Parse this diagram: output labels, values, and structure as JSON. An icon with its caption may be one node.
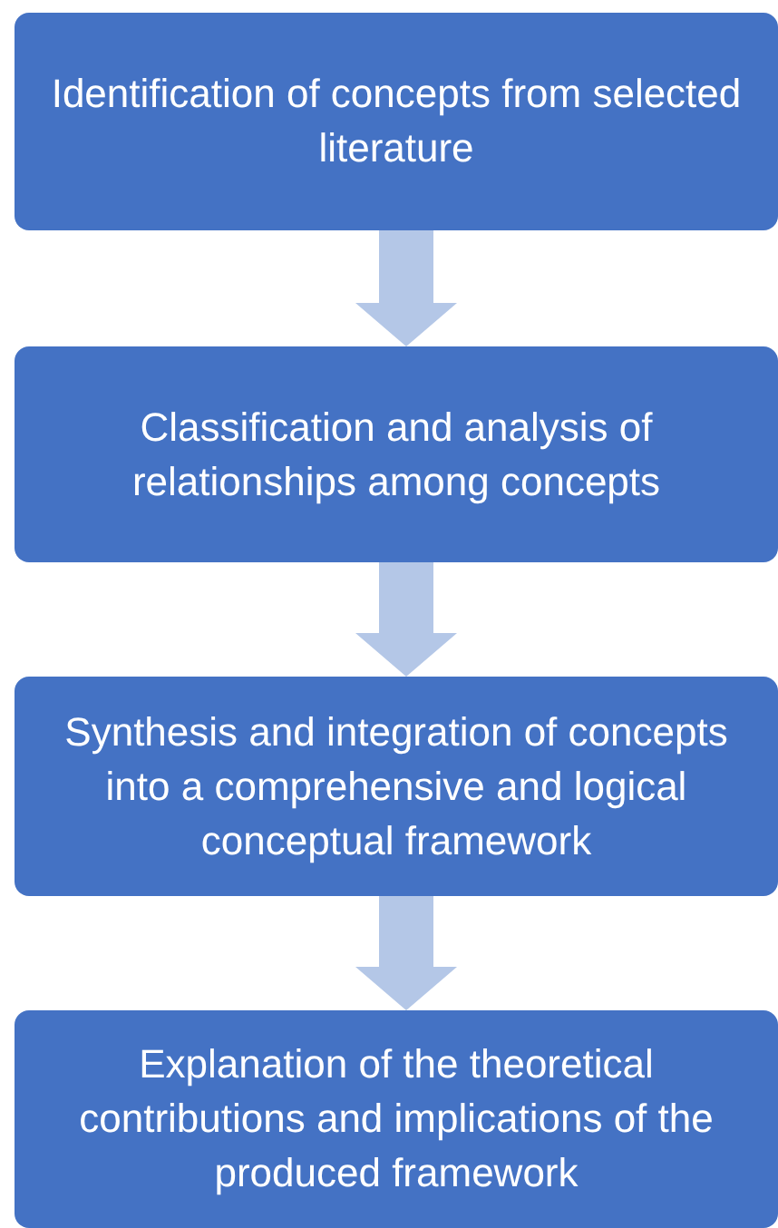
{
  "diagram": {
    "nodes": [
      {
        "text": [
          "Identification of concepts from selected literature"
        ]
      },
      {
        "text": [
          "Classification and analysis of relationships among concepts"
        ]
      },
      {
        "text": [
          "Synthesis and integration of concepts into a comprehensive and logical conceptual framework"
        ]
      },
      {
        "text": [
          "Explanation of the theoretical contributions and implications of the produced framework"
        ]
      }
    ],
    "edges": [
      {
        "from": 0,
        "to": 1,
        "arrow": "to"
      },
      {
        "from": 1,
        "to": 2,
        "arrow": "to"
      },
      {
        "from": 2,
        "to": 3,
        "arrow": "to"
      }
    ]
  }
}
